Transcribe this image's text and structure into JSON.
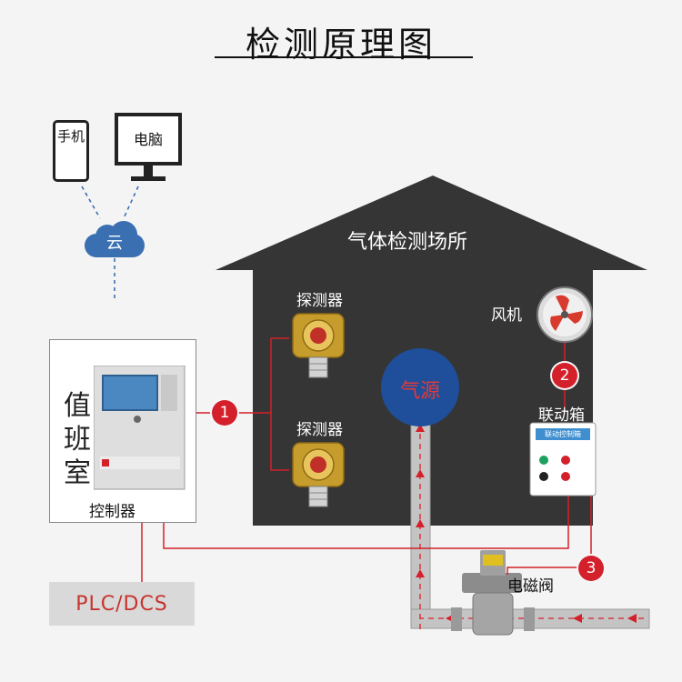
{
  "title": "检测原理图",
  "devices": {
    "phone": "手机",
    "computer": "电脑",
    "cloud": "云"
  },
  "house": {
    "title": "气体检测场所",
    "detector_top": "探测器",
    "detector_bottom": "探测器",
    "fan": "风机",
    "gas_source": "气源",
    "linkage_box": "联动箱",
    "linkage_panel": "联动控制箱",
    "valve": "电磁阀"
  },
  "duty_room": {
    "label": "值班室",
    "controller": "控制器"
  },
  "plc": "PLC/DCS",
  "markers": [
    "1",
    "2",
    "3"
  ],
  "colors": {
    "house": "#353535",
    "signal_line": "#d4202a",
    "pipe": "#c4c4c4",
    "gas_source": "#1f4f9a",
    "cloud": "#3a6fb2"
  }
}
